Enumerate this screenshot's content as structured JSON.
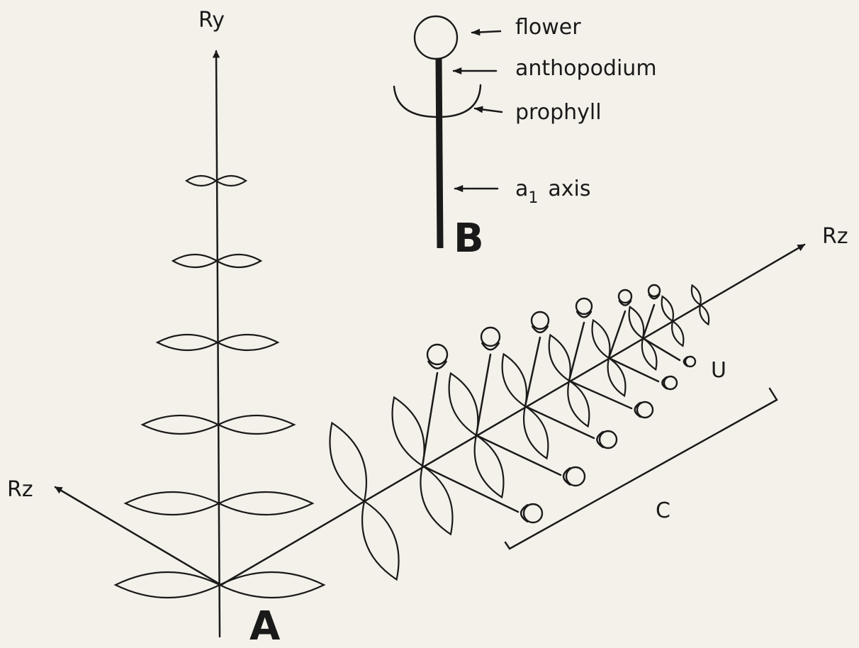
{
  "labels": {
    "ry": "Ry",
    "rz_left": "Rz",
    "rz_right": "Rz",
    "a": "A",
    "b": "B",
    "c": "C",
    "u": "U"
  },
  "legend": {
    "flower": "flower",
    "anthopodium": "anthopodium",
    "prophyll": "prophyll",
    "axis_prefix": "a",
    "axis_subscript": "1",
    "axis_suffix": "axis"
  },
  "colors": {
    "ink": "#1a1a1a",
    "paper": "#f4f1ea"
  }
}
